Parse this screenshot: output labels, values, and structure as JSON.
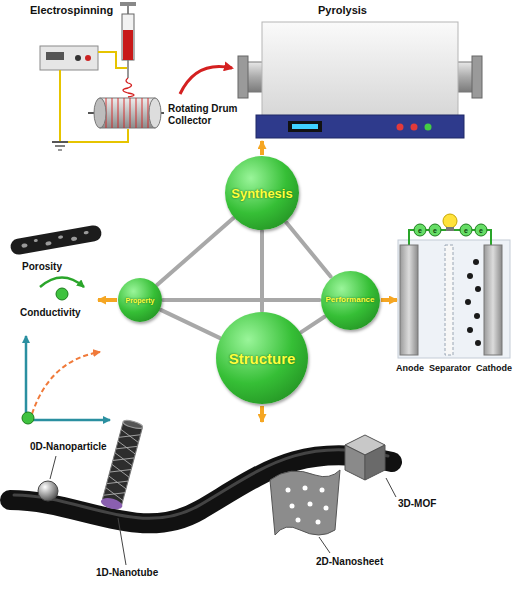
{
  "diagram": {
    "nodes": [
      {
        "text": [
          "Synthesis"
        ]
      },
      {
        "text": [
          "Property"
        ]
      },
      {
        "text": [
          "Performance"
        ]
      },
      {
        "text": [
          "Structure"
        ]
      }
    ],
    "edges": [
      {
        "from": 0,
        "to": 1,
        "arrow": "none"
      },
      {
        "from": 0,
        "to": 2,
        "arrow": "none"
      },
      {
        "from": 0,
        "to": 3,
        "arrow": "none"
      },
      {
        "from": 1,
        "to": 2,
        "arrow": "none"
      },
      {
        "from": 1,
        "to": 3,
        "arrow": "none"
      },
      {
        "from": 2,
        "to": 3,
        "arrow": "none"
      }
    ],
    "labels": [
      "Electrospinning",
      "Pyrolysis",
      "Rotating Drum Collector",
      "Porosity",
      "Conductivity",
      "e",
      "e",
      "e",
      "e",
      "Anode",
      "Separator",
      "Cathode",
      "0D-Nanoparticle",
      "1D-Nanotube",
      "2D-Nanosheet",
      "3D-MOF"
    ]
  }
}
